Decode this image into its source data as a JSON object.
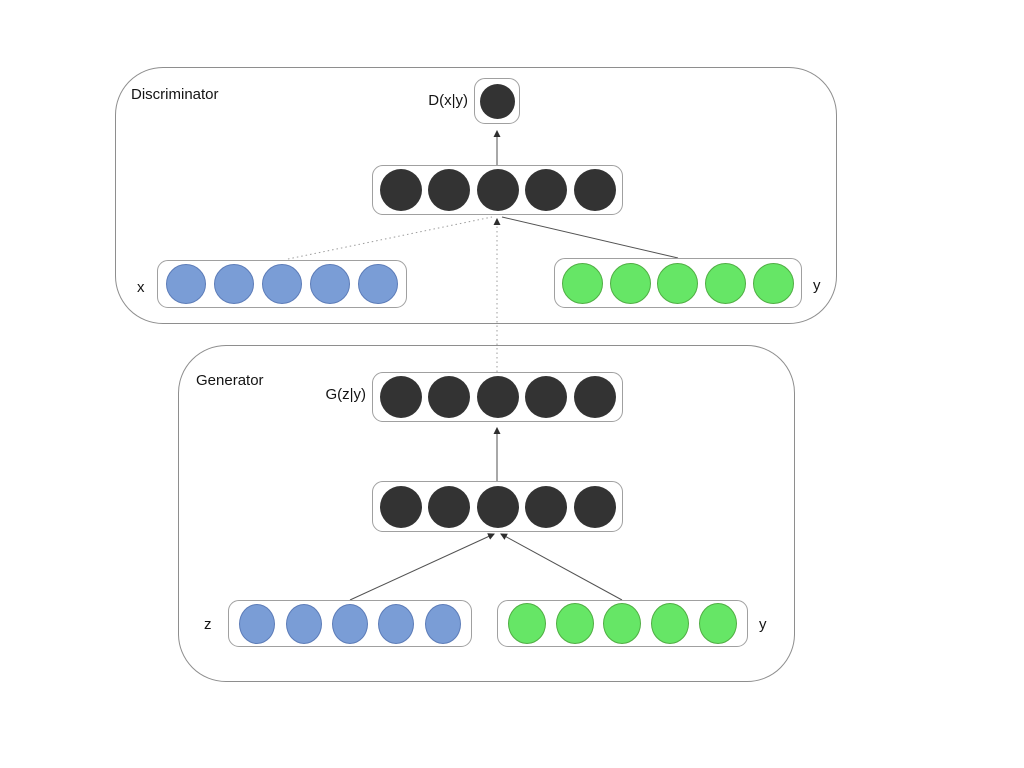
{
  "discriminator": {
    "title": "Discriminator",
    "output": {
      "label": "D(x|y)",
      "nodes": {
        "count": 1,
        "type": "dark"
      }
    },
    "hidden": {
      "nodes": {
        "count": 5,
        "type": "dark"
      }
    },
    "input_x": {
      "label": "x",
      "nodes": {
        "count": 5,
        "type": "blue"
      }
    },
    "input_y": {
      "label": "y",
      "nodes": {
        "count": 5,
        "type": "green"
      }
    }
  },
  "generator": {
    "title": "Generator",
    "output": {
      "label": "G(z|y)",
      "nodes": {
        "count": 5,
        "type": "dark"
      }
    },
    "hidden": {
      "nodes": {
        "count": 5,
        "type": "dark"
      }
    },
    "input_z": {
      "label": "z",
      "nodes": {
        "count": 5,
        "type": "blue"
      }
    },
    "input_y": {
      "label": "y",
      "nodes": {
        "count": 5,
        "type": "green"
      }
    }
  },
  "colors": {
    "dark_node": "#333333",
    "blue_node_fill": "#7a9dd6",
    "blue_node_stroke": "#5c7cb8",
    "green_node_fill": "#66e666",
    "green_node_stroke": "#4fae43",
    "box_border": "#a0a0a0",
    "group_border": "#8e8e8e",
    "line_solid": "#525252",
    "line_dotted": "#9c9c9c",
    "arrowhead": "#2e2e2e"
  }
}
